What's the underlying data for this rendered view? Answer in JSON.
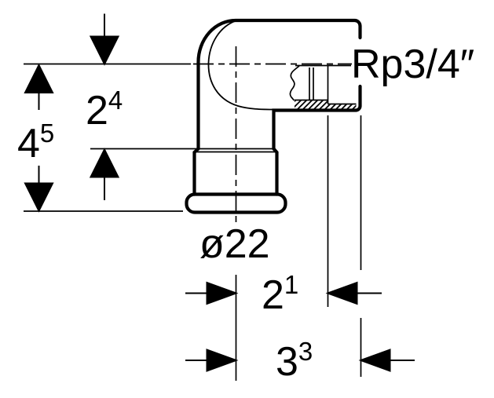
{
  "colors": {
    "background": "#ffffff",
    "line": "#000000"
  },
  "labels": {
    "thread": "Rp3/4″",
    "diameter": "ø22"
  },
  "dimensions": {
    "overall_height": {
      "base": "4",
      "sup": "5"
    },
    "center_to_shoulder": {
      "base": "2",
      "sup": "4"
    },
    "center_to_thread_end": {
      "base": "2",
      "sup": "1"
    },
    "overall_width": {
      "base": "3",
      "sup": "3"
    }
  }
}
